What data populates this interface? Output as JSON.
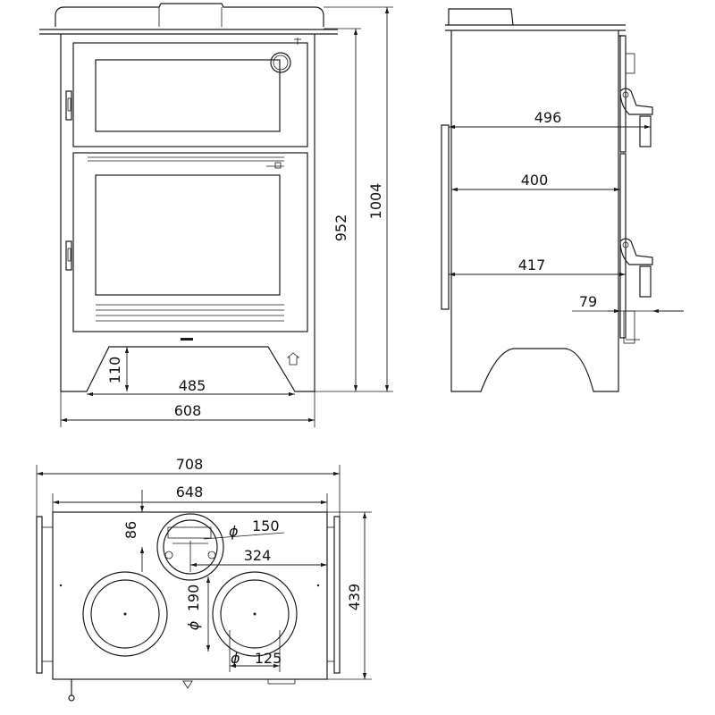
{
  "front_view": {
    "height_inner": "952",
    "height_total": "1004",
    "leg_height": "110",
    "leg_span": "485",
    "width": "608"
  },
  "side_view": {
    "depth_1": "496",
    "depth_2": "400",
    "depth_3": "417",
    "handle_projection": "79"
  },
  "top_view": {
    "overall_width": "708",
    "plate_width": "648",
    "flue_offset": "86",
    "flue_diameter": "150",
    "flue_position": "324",
    "ring_large_diameter": "190",
    "ring_small_diameter": "125",
    "depth": "439",
    "diameter_symbol": "ϕ"
  }
}
